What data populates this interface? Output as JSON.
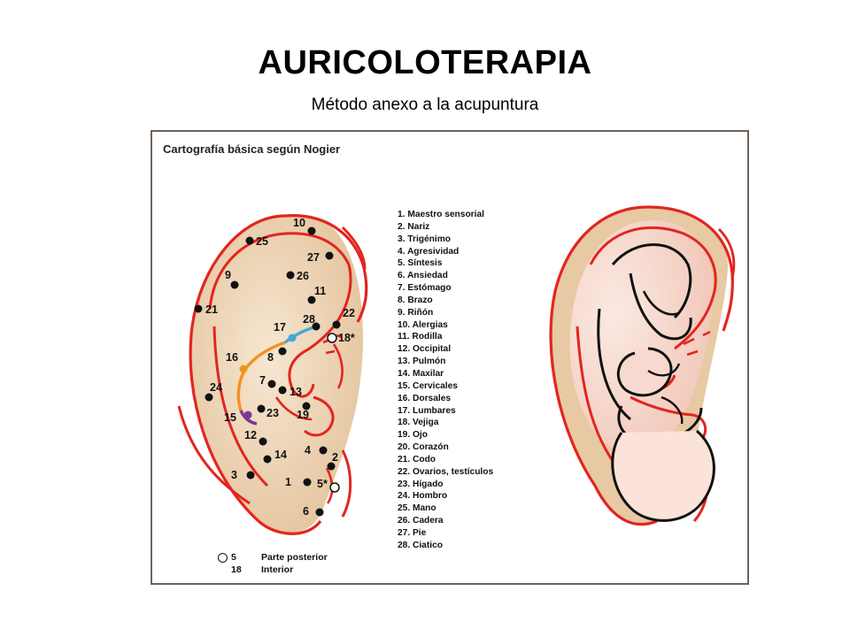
{
  "header": {
    "title": "AURICOLOTERAPIA",
    "subtitle": "Método anexo a la acupuntura"
  },
  "figure": {
    "title": "Cartografía básica según Nogier",
    "legend": [
      "1. Maestro sensorial",
      "2. Nariz",
      "3. Trigénimo",
      "4. Agresividad",
      "5. Síntesis",
      "6. Ansiedad",
      "7. Estómago",
      "8. Brazo",
      "9. Riñón",
      "10. Alergias",
      "11. Rodilla",
      "12. Occipital",
      "13. Pulmón",
      "14. Maxilar",
      "15. Cervicales",
      "16. Dorsales",
      "17. Lumbares",
      "18. Vejiga",
      "19. Ojo",
      "20. Corazón",
      "21. Codo",
      "22. Ovarios, testículos",
      "23. Hígado",
      "24. Hombro",
      "25. Mano",
      "26. Cadera",
      "27. Pie",
      "28. Ciatico"
    ],
    "key": {
      "posterior_num": "5",
      "posterior_label": "Parte posterior",
      "interior_num": "18",
      "interior_label": "Interior"
    },
    "point_labels": {
      "p10": "10",
      "p25": "25",
      "p27": "27",
      "p9": "9",
      "p26": "26",
      "p11": "11",
      "p21": "21",
      "p17": "17",
      "p28": "28",
      "p22": "22",
      "p18": "18*",
      "p16": "16",
      "p8": "8",
      "p7": "7",
      "p13": "13",
      "p24": "24",
      "p15": "15",
      "p23": "23",
      "p19": "19",
      "p12": "12",
      "p4": "4",
      "p14": "14",
      "p2": "2",
      "p3": "3",
      "p1": "1",
      "p5": "5*",
      "p6": "6"
    },
    "colors": {
      "ear_outline": "#e3251f",
      "ear_fill": "#e7c9a4",
      "fetus_fill": "#f7d9cf",
      "spine_lumbar": "#49a7d6",
      "spine_dorsal": "#f2931f",
      "spine_cervical": "#7a3a93"
    }
  }
}
